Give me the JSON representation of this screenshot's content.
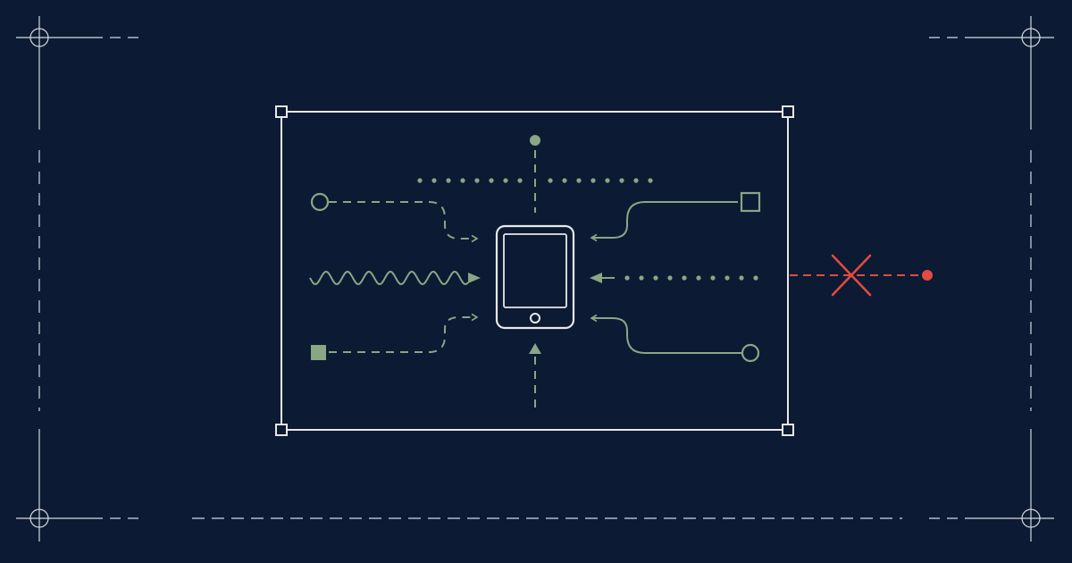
{
  "colors": {
    "background": "#0c1a34",
    "frame": "#e8e8e8",
    "guide": "#d5d9df",
    "accent": "#8aa684",
    "blocked": "#e24b3f"
  },
  "icons": {
    "device": "tablet-icon",
    "blocked": "x-mark-icon",
    "registration": "crosshair-icon"
  },
  "inputs": [
    {
      "source_shape": "circle",
      "connector": "dashed-curve",
      "from_side": "left"
    },
    {
      "source_shape": "none",
      "connector": "wavy",
      "from_side": "left"
    },
    {
      "source_shape": "square-filled",
      "connector": "dashed-curve",
      "from_side": "left"
    },
    {
      "source_shape": "square",
      "connector": "solid-curve",
      "from_side": "right"
    },
    {
      "source_shape": "none",
      "connector": "dotted",
      "from_side": "right"
    },
    {
      "source_shape": "circle",
      "connector": "solid-curve",
      "from_side": "right"
    },
    {
      "source_shape": "dot",
      "connector": "dashed",
      "from_side": "top"
    },
    {
      "source_shape": "none",
      "connector": "dashed",
      "from_side": "bottom"
    }
  ],
  "blocked_input": {
    "source_shape": "dot",
    "connector": "dashed",
    "from_side": "right",
    "status": "blocked"
  }
}
